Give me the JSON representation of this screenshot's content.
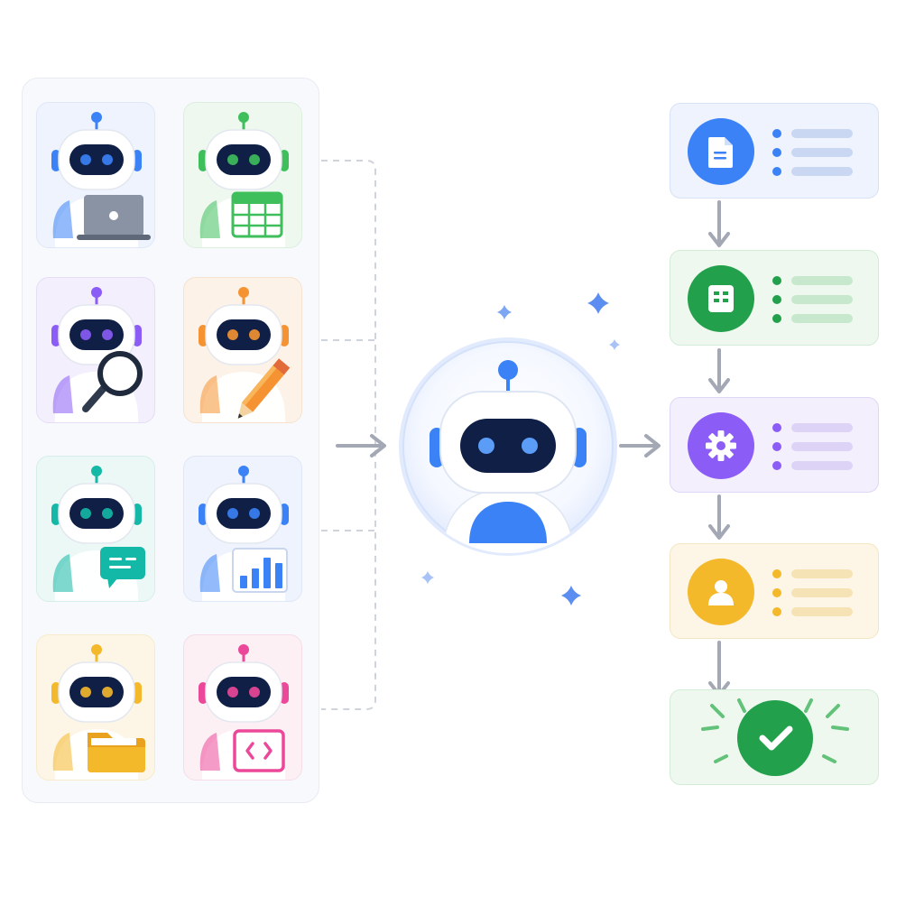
{
  "colors": {
    "blue": "#3b82f6",
    "green": "#22a04b",
    "purple": "#8b5cf6",
    "orange": "#f59332",
    "teal": "#14b8a6",
    "yellow": "#f4b82b",
    "pink": "#ec4899",
    "navy": "#0f1f45",
    "connector_gray": "#a3a8b4"
  },
  "agents": [
    {
      "id": "laptop",
      "icon": "laptop-icon",
      "accent": "#3b82f6",
      "bg": "#eef3fd",
      "border": "#dfe7f8"
    },
    {
      "id": "spreadsheet",
      "icon": "spreadsheet-icon",
      "accent": "#3fbf5c",
      "bg": "#eef8ef",
      "border": "#dcefdf"
    },
    {
      "id": "search",
      "icon": "magnifier-icon",
      "accent": "#8b5cf6",
      "bg": "#f3effd",
      "border": "#e6ddf7"
    },
    {
      "id": "writer",
      "icon": "pencil-icon",
      "accent": "#f59332",
      "bg": "#fdf2e8",
      "border": "#f6e2cf"
    },
    {
      "id": "chat",
      "icon": "chat-bubble-icon",
      "accent": "#14b8a6",
      "bg": "#ecf8f6",
      "border": "#d5eee9"
    },
    {
      "id": "analytics",
      "icon": "bar-chart-icon",
      "accent": "#3b82f6",
      "bg": "#eef3fd",
      "border": "#dfe7f8"
    },
    {
      "id": "files",
      "icon": "folder-icon",
      "accent": "#f4b82b",
      "bg": "#fdf6e6",
      "border": "#f6ebcc"
    },
    {
      "id": "code",
      "icon": "code-icon",
      "accent": "#ec4899",
      "bg": "#fdf0f5",
      "border": "#f6dce7"
    }
  ],
  "hub": {
    "icon": "robot-icon",
    "accent": "#3b82f6"
  },
  "steps": [
    {
      "id": "document",
      "icon": "document-icon",
      "accent": "#3b82f6",
      "line": "#c9d7f2",
      "bg": "#eef3fd",
      "border": "#d7e2f6"
    },
    {
      "id": "table",
      "icon": "table-icon",
      "accent": "#22a04b",
      "line": "#c8e8cd",
      "bg": "#eef8ef",
      "border": "#d3ecd7"
    },
    {
      "id": "settings",
      "icon": "gear-icon",
      "accent": "#8b5cf6",
      "line": "#ddd3f6",
      "bg": "#f3effd",
      "border": "#e0d6f5"
    },
    {
      "id": "user",
      "icon": "user-icon",
      "accent": "#f4b82b",
      "line": "#f6e3b5",
      "bg": "#fdf6e6",
      "border": "#f4e6c4"
    },
    {
      "id": "complete",
      "icon": "check-icon",
      "accent": "#22a04b",
      "line": "",
      "bg": "#eef8ef",
      "border": "#d3ecd7"
    }
  ]
}
